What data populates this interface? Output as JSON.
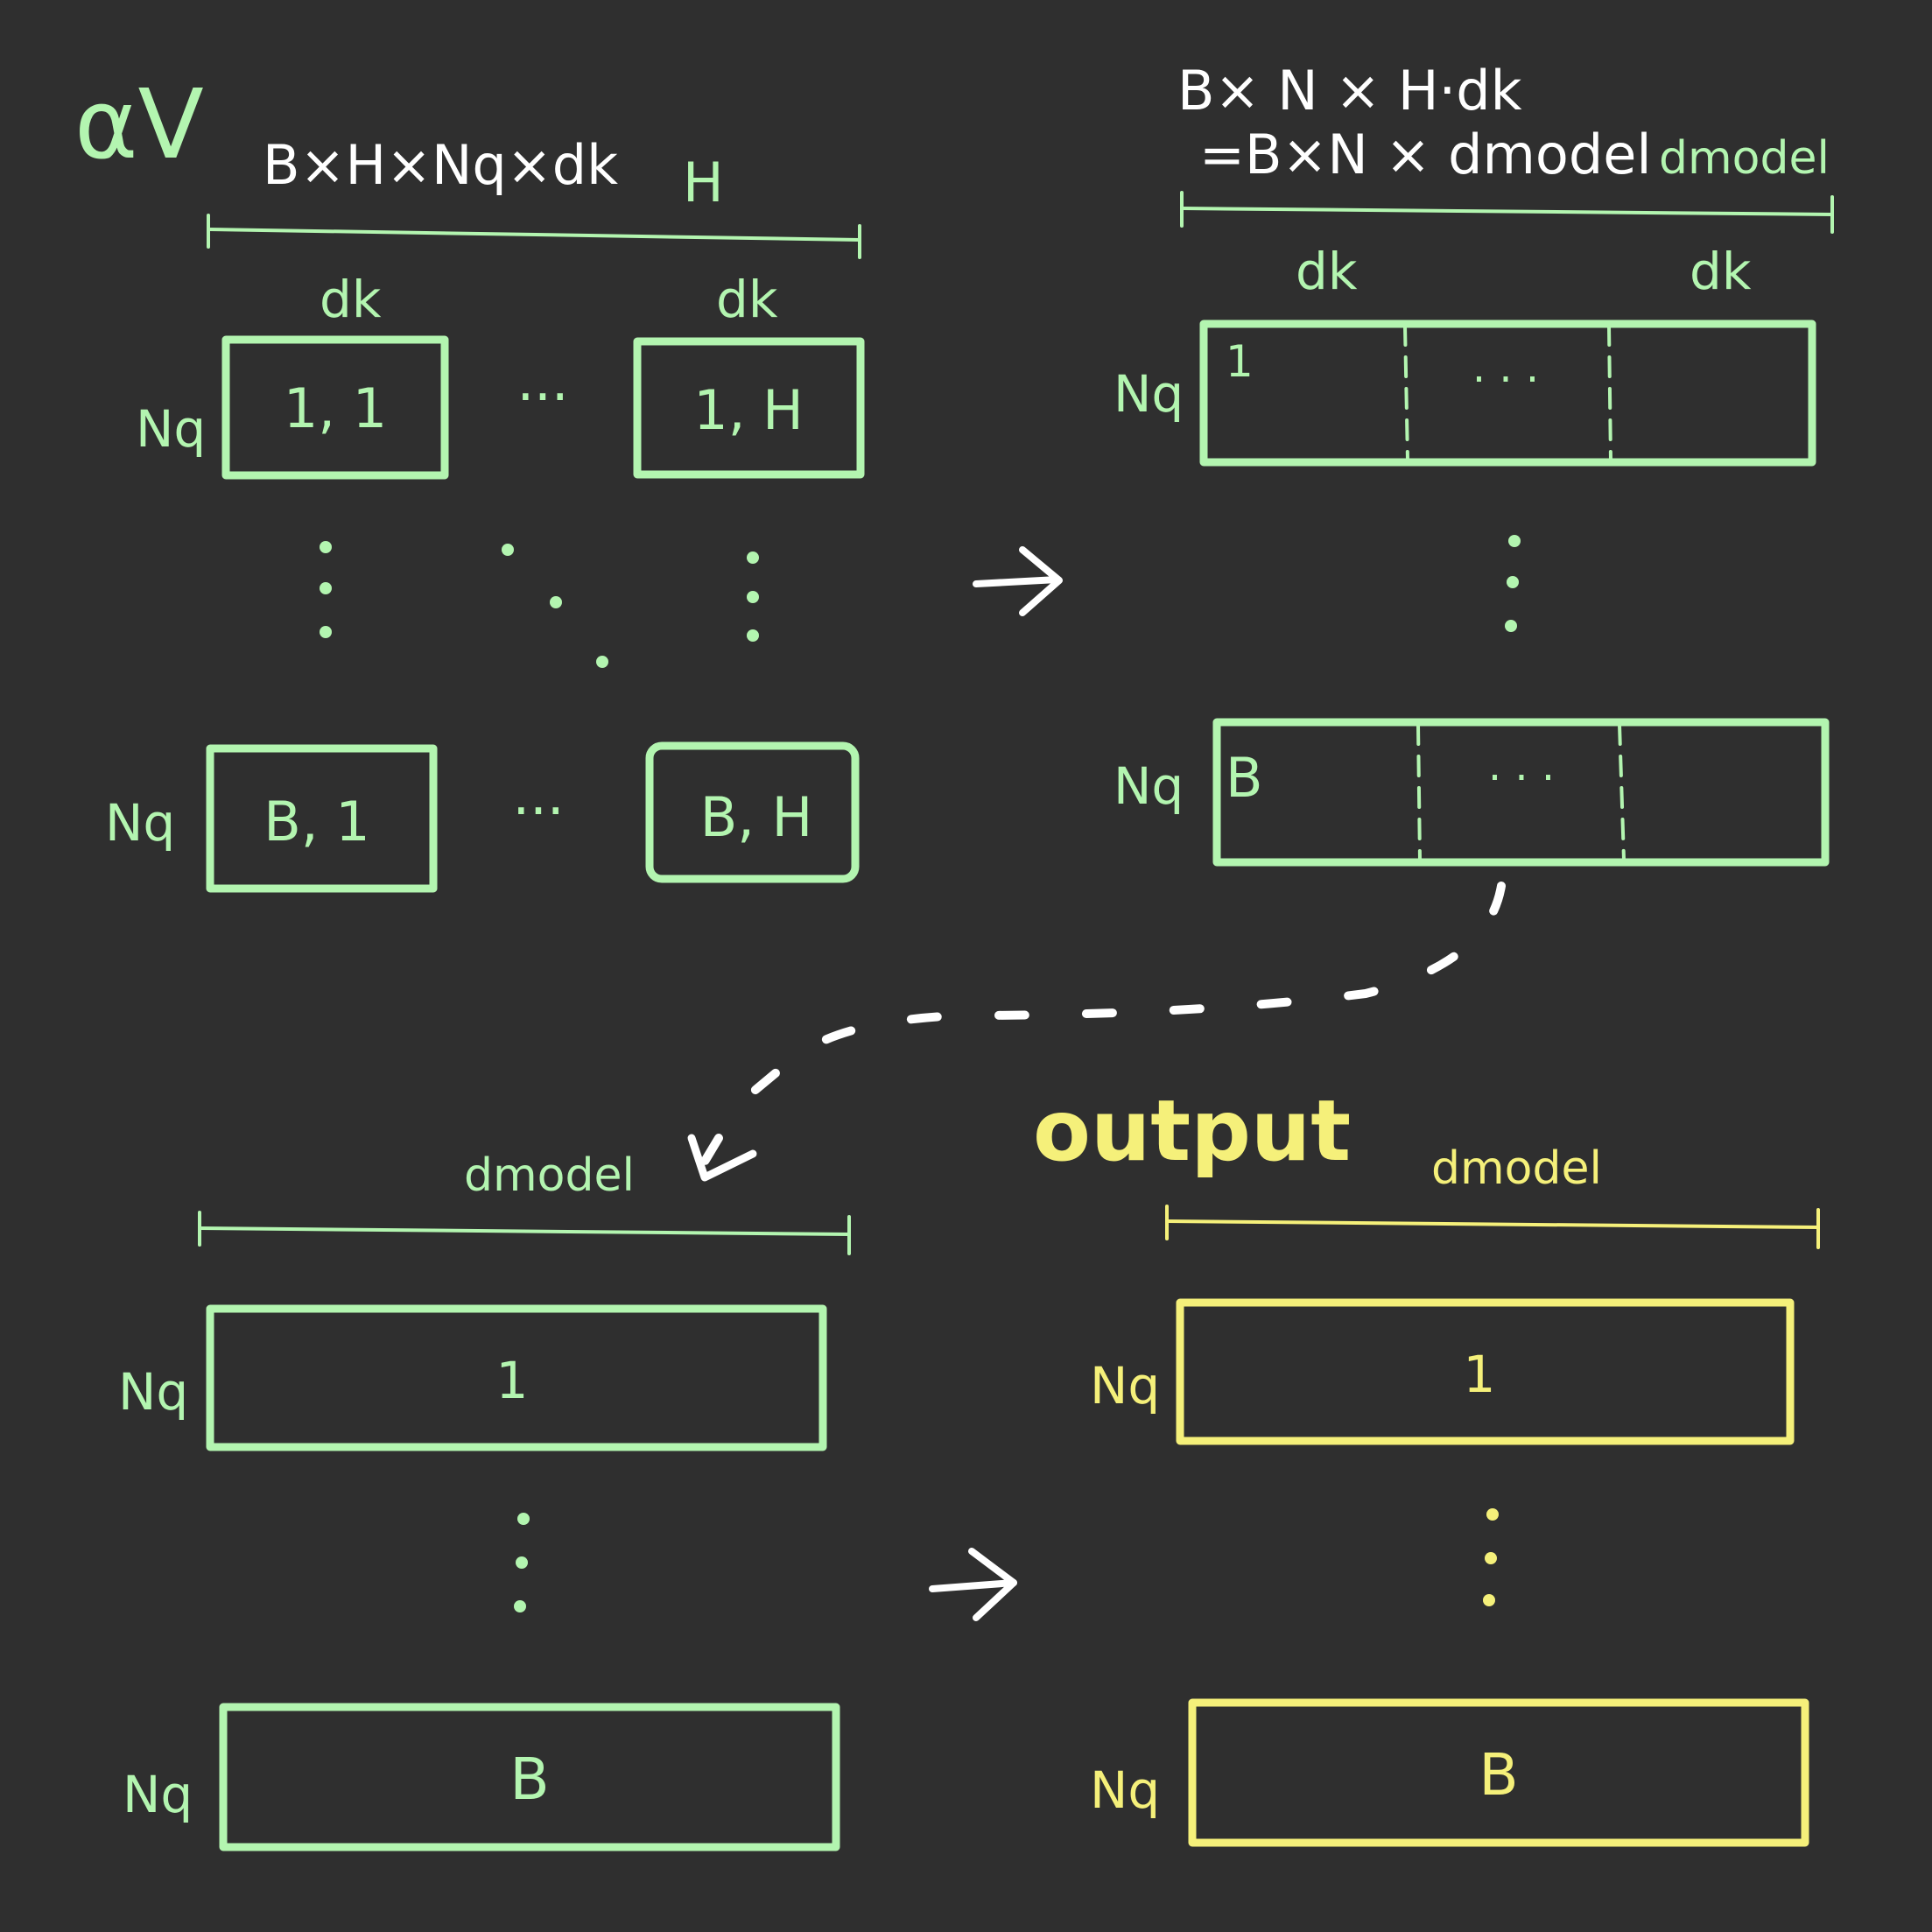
{
  "colors": {
    "background": "#2f2f2f",
    "green": "#b3f5b0",
    "yellow": "#f5f07a",
    "white": "#ffffff"
  },
  "top_left": {
    "title": "αV",
    "shape": "B×H×Nq×dk",
    "width_label": "H",
    "col_label_left": "dk",
    "col_label_right": "dk",
    "row_label": "Nq",
    "cells": {
      "tl": "1, 1",
      "tr": "1, H",
      "bl": "B, 1",
      "br": "B, H"
    },
    "dots": "···"
  },
  "top_right": {
    "shape_line1": "B× N × H·dk",
    "shape_line2": "=B×N × dmodel",
    "width_label": "dmodel",
    "col_label_left": "dk",
    "col_label_right": "dk",
    "row_label": "Nq",
    "row_first": "1",
    "row_last": "B",
    "dots": "· · ·"
  },
  "bottom_left": {
    "width_label": "dmodel",
    "row_label": "Nq",
    "row_first": "1",
    "row_last": "B"
  },
  "bottom_right": {
    "title": "output",
    "width_label": "dmodel",
    "row_label": "Nq",
    "row_first": "1",
    "row_last": "B"
  }
}
